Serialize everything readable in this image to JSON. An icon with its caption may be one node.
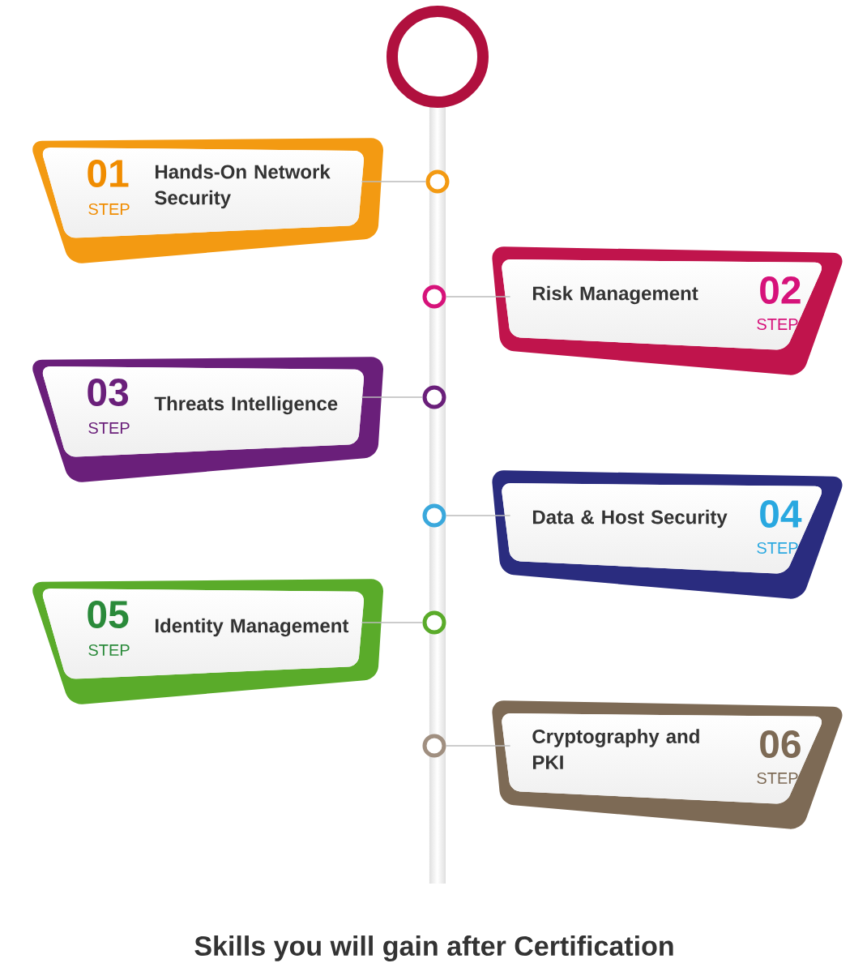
{
  "diagram": {
    "caption": "Skills you will gain after Certification",
    "nodes": [
      {
        "text": [],
        "shape": "circle"
      },
      {
        "text": [
          "01",
          "STEP",
          "Hands-On Network Security"
        ]
      },
      {
        "text": [],
        "shape": "circle"
      },
      {
        "text": [
          "Risk Management",
          "02",
          "STEP"
        ]
      },
      {
        "text": [],
        "shape": "circle"
      },
      {
        "text": [
          "03",
          "STEP",
          "Threats Intelligence"
        ]
      },
      {
        "text": [],
        "shape": "circle"
      },
      {
        "text": [
          "Data & Host Security",
          "04",
          "STEP"
        ]
      },
      {
        "text": [],
        "shape": "circle"
      },
      {
        "text": [
          "05",
          "STEP",
          "Identity Management"
        ]
      },
      {
        "text": [],
        "shape": "circle"
      },
      {
        "text": [
          "Cryptography and PKI",
          "06",
          "STEP"
        ]
      },
      {
        "text": [],
        "shape": "circle"
      }
    ],
    "edges": [
      {
        "from": 1,
        "to": 2,
        "arrow": "none"
      },
      {
        "from": 3,
        "to": 4,
        "arrow": "none"
      },
      {
        "from": 5,
        "to": 6,
        "arrow": "none"
      },
      {
        "from": 7,
        "to": 8,
        "arrow": "none"
      },
      {
        "from": 9,
        "to": 10,
        "arrow": "none"
      },
      {
        "from": 11,
        "to": 12,
        "arrow": "none"
      }
    ]
  }
}
